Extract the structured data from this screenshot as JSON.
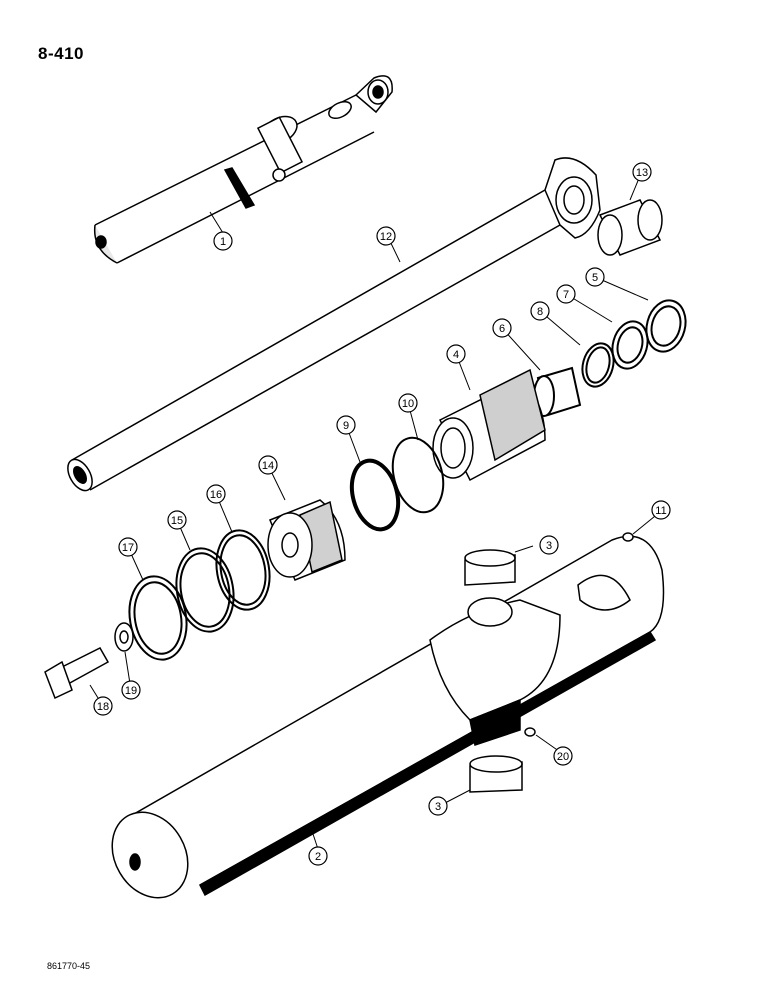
{
  "page_number": "8-410",
  "figure_number": "861770-45",
  "callouts": {
    "c1": "1",
    "c2": "2",
    "c3a": "3",
    "c3b": "3",
    "c4": "4",
    "c5": "5",
    "c6": "6",
    "c7": "7",
    "c8": "8",
    "c9": "9",
    "c10": "10",
    "c11": "11",
    "c12": "12",
    "c13": "13",
    "c14": "14",
    "c15": "15",
    "c16": "16",
    "c17": "17",
    "c18": "18",
    "c19": "19",
    "c20": "20"
  }
}
